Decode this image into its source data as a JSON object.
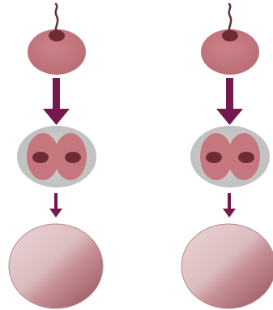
{
  "diagram": {
    "columns": [
      {
        "id": "left",
        "stages": [
          "sperm-entering-cell",
          "two-nucleus-cell",
          "single-cell"
        ]
      },
      {
        "id": "right",
        "stages": [
          "sperm-entering-cell",
          "two-nucleus-cell",
          "single-cell"
        ]
      }
    ],
    "colors": {
      "background": "#ffffff",
      "cell_fill": "#c6777e",
      "nucleus_fill": "#6e2b34",
      "tail_stroke": "#5a3136",
      "arrow_fill": "#74184d",
      "halo_fill": "#c9c9c9",
      "sphere_light": "#ead6d7",
      "sphere_mid": "#d3aeb1",
      "sphere_dark": "#9e5b63"
    }
  }
}
